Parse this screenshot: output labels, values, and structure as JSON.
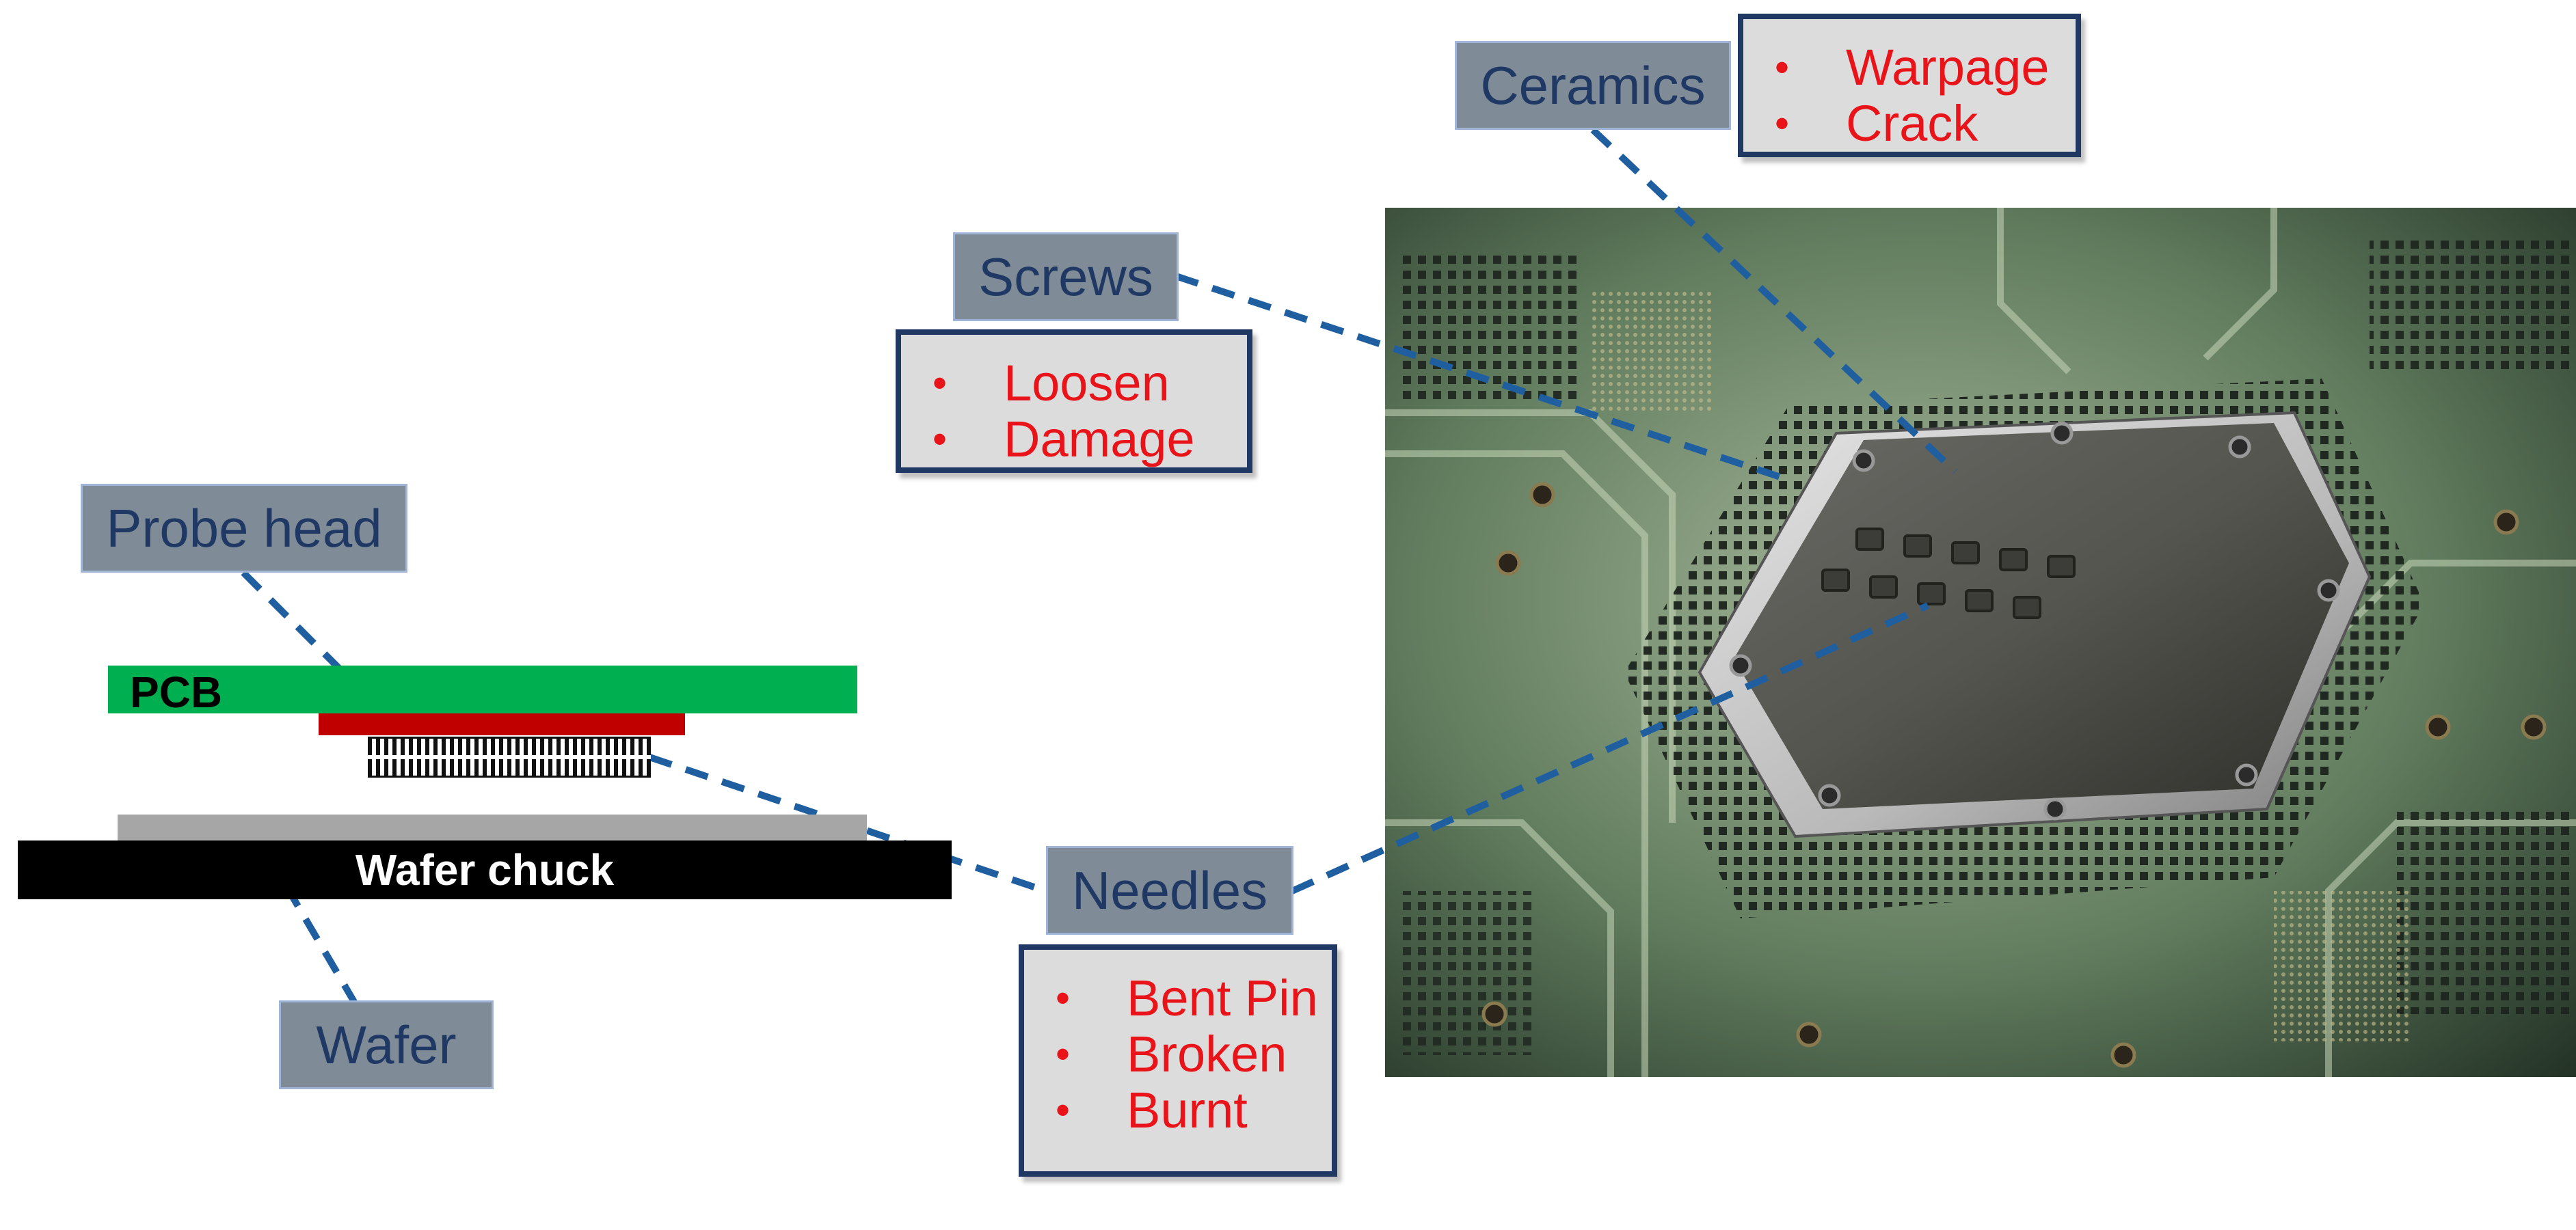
{
  "labels": {
    "ceramics": "Ceramics",
    "screws": "Screws",
    "probe_head": "Probe head",
    "needles": "Needles",
    "wafer": "Wafer"
  },
  "cross_section": {
    "pcb": "PCB",
    "wafer_chuck": "Wafer chuck"
  },
  "defects": {
    "ceramics": [
      "Warpage",
      "Crack"
    ],
    "screws": [
      "Loosen",
      "Damage"
    ],
    "needles": [
      "Bent Pin",
      "Broken",
      "Burnt"
    ]
  },
  "colors": {
    "label_fill": "#7f8c97",
    "label_text": "#1f3864",
    "defect_text": "#e8141a",
    "leader_line": "#1f5fa0",
    "pcb": "#00b050",
    "probe_head": "#c00000",
    "wafer": "#a6a6a6",
    "wafer_chuck": "#000000"
  }
}
